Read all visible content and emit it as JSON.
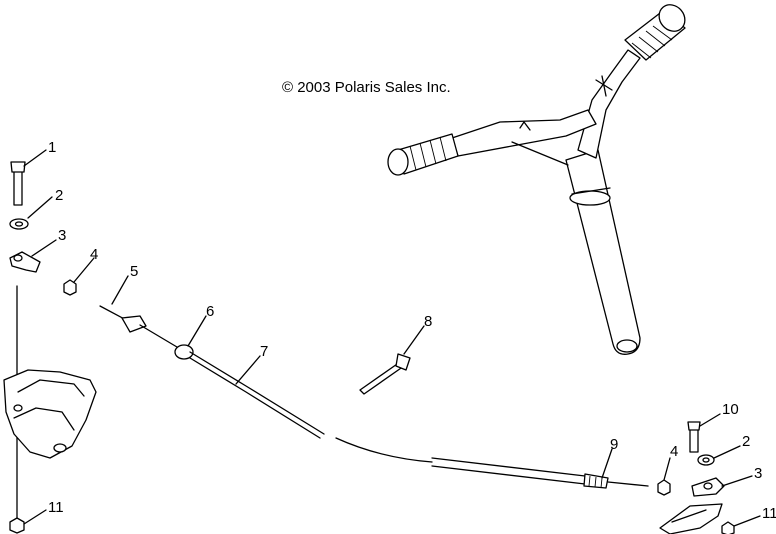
{
  "copyright": "© 2003 Polaris Sales Inc.",
  "callouts": [
    {
      "id": "c1",
      "label": "1"
    },
    {
      "id": "c2a",
      "label": "2"
    },
    {
      "id": "c3a",
      "label": "3"
    },
    {
      "id": "c4a",
      "label": "4"
    },
    {
      "id": "c5",
      "label": "5"
    },
    {
      "id": "c6",
      "label": "6"
    },
    {
      "id": "c7",
      "label": "7"
    },
    {
      "id": "c8",
      "label": "8"
    },
    {
      "id": "c9",
      "label": "9"
    },
    {
      "id": "c4b",
      "label": "4"
    },
    {
      "id": "c10",
      "label": "10"
    },
    {
      "id": "c2b",
      "label": "2"
    },
    {
      "id": "c3b",
      "label": "3"
    },
    {
      "id": "c11a",
      "label": "11"
    },
    {
      "id": "c11b",
      "label": "11"
    }
  ]
}
